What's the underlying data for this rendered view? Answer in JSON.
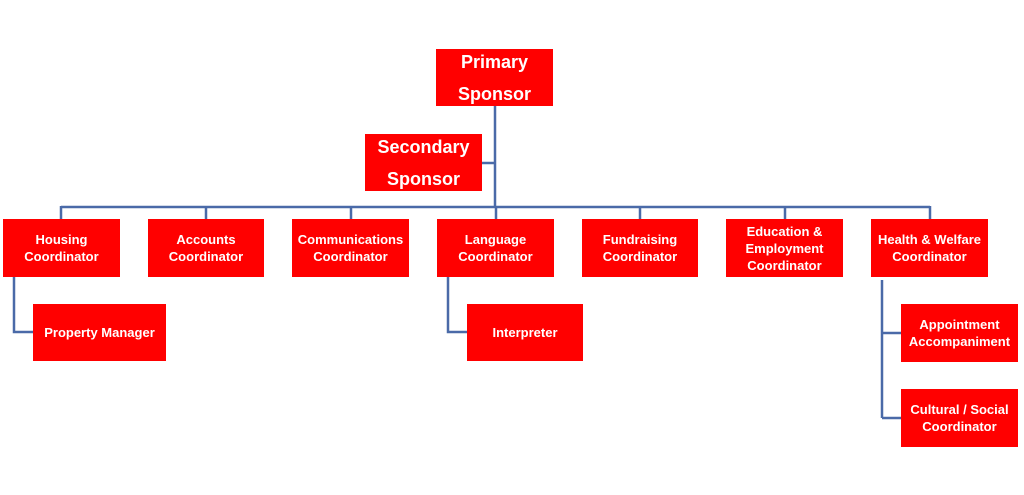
{
  "colors": {
    "box_fill": "#ff0000",
    "box_text": "#ffffff",
    "connector": "#4a6aa8"
  },
  "nodes": {
    "primary_sponsor": "Primary\nSponsor",
    "secondary_sponsor": "Secondary\nSponsor",
    "housing_coordinator": "Housing\nCoordinator",
    "accounts_coordinator": "Accounts\nCoordinator",
    "communications_coordinator": "Communications\nCoordinator",
    "language_coordinator": "Language\nCoordinator",
    "fundraising_coordinator": "Fundraising\nCoordinator",
    "education_employment_coordinator": "Education &\nEmployment\nCoordinator",
    "health_welfare_coordinator": "Health & Welfare\nCoordinator",
    "property_manager": "Property Manager",
    "interpreter": "Interpreter",
    "appointment_accompaniment": "Appointment\nAccompaniment",
    "cultural_social_coordinator": "Cultural / Social\nCoordinator"
  }
}
